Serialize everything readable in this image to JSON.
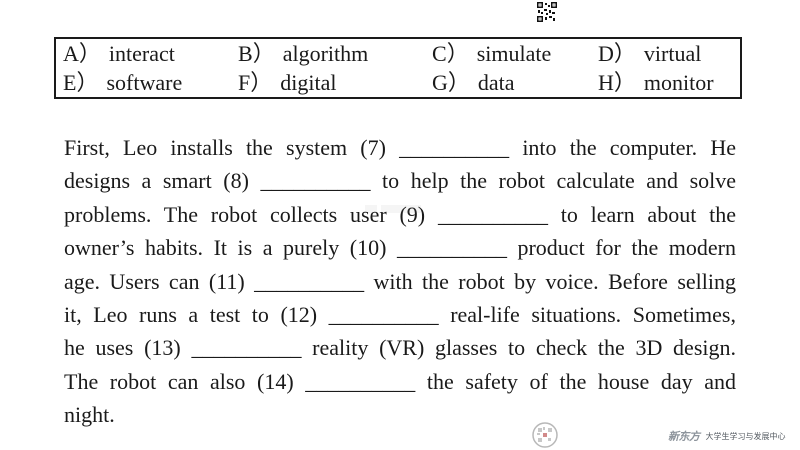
{
  "word_bank": {
    "items": [
      {
        "letter": "A",
        "word": "interact"
      },
      {
        "letter": "B",
        "word": "algorithm"
      },
      {
        "letter": "C",
        "word": "simulate"
      },
      {
        "letter": "D",
        "word": "virtual"
      },
      {
        "letter": "E",
        "word": "software"
      },
      {
        "letter": "F",
        "word": "digital"
      },
      {
        "letter": "G",
        "word": "data"
      },
      {
        "letter": "H",
        "word": "monitor"
      }
    ],
    "paren": "）"
  },
  "passage": {
    "blank": "__________",
    "lines": [
      [
        "First, Leo installs the system (7) ",
        " into the computer. He"
      ],
      [
        "designs a smart (8) ",
        " to help the robot calculate and solve"
      ],
      [
        "problems. The robot collects user (9) ",
        " to learn about the"
      ],
      [
        "owner’s habits. It is a purely (10) ",
        " product for the modern"
      ],
      [
        "age. Users can (11) ",
        " with the robot by voice. Before selling"
      ],
      [
        "it, Leo runs a test to (12) ",
        " real-life situations. Sometimes,"
      ],
      [
        "he uses (13) ",
        " reality (VR) glasses to check the 3D design."
      ],
      [
        "The robot can also (14) ",
        " the safety of the house day and"
      ],
      [
        "night.",
        ""
      ]
    ]
  },
  "logo": {
    "mark": "新东方",
    "text": "大学生学习与发展中心"
  }
}
